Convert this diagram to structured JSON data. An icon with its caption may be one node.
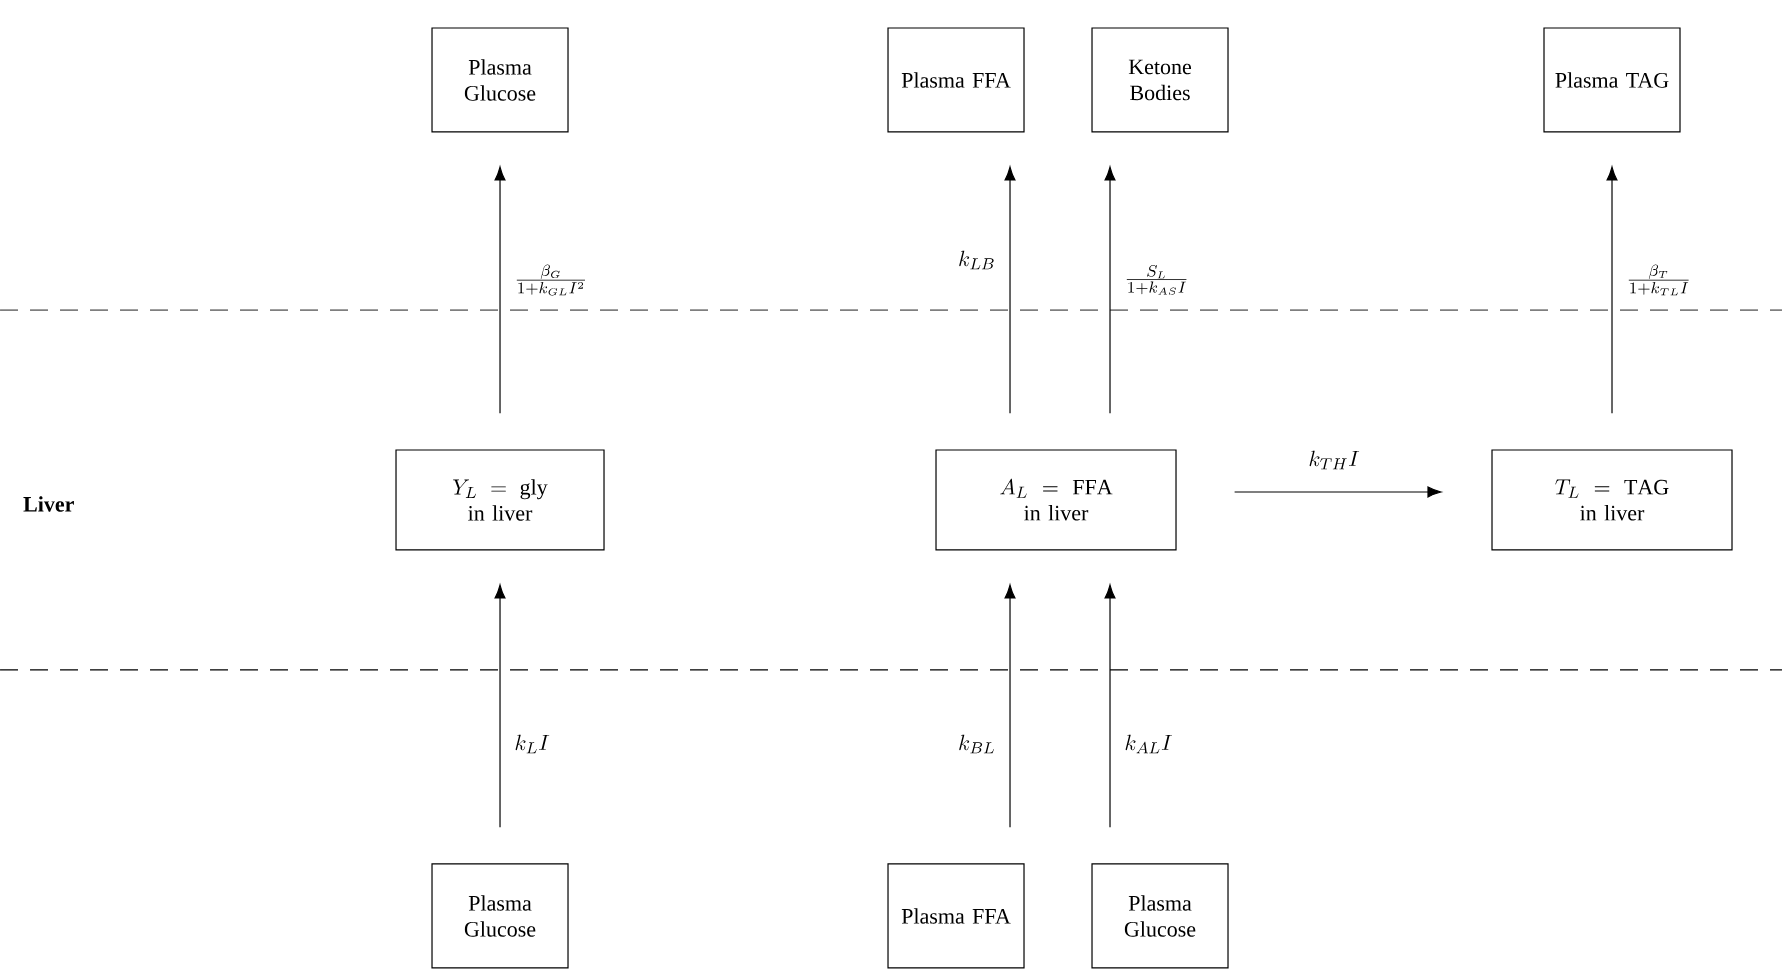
{
  "diagram": {
    "nodes": [
      {
        "text": [
          "Plasma Glucose"
        ]
      },
      {
        "text": [
          "Plasma FFA"
        ]
      },
      {
        "text": [
          "Ketone Bodies"
        ]
      },
      {
        "text": [
          "Plasma TAG"
        ]
      },
      {
        "text": [
          "Y_L = \\mathrm{gly}",
          "in liver"
        ]
      },
      {
        "text": [
          "A_L = \\mathrm{FFA}",
          "in liver"
        ]
      },
      {
        "text": [
          "T_L = \\mathrm{TAG}",
          "in liver"
        ]
      },
      {
        "text": [
          "Plasma Glucose"
        ]
      },
      {
        "text": [
          "Plasma FFA"
        ]
      },
      {
        "text": [
          "Plasma Glucose"
        ]
      }
    ],
    "edges": [
      {
        "from": 4,
        "to": 0,
        "arrow": "to",
        "label": "\\frac{\\beta_G}{1+k_{GL}I^2}"
      },
      {
        "from": 5,
        "to": 1,
        "arrow": "to",
        "label": "k_{LB}"
      },
      {
        "from": 5,
        "to": 2,
        "arrow": "to",
        "label": "\\frac{S_L}{1+k_{AS}I}"
      },
      {
        "from": 6,
        "to": 3,
        "arrow": "to",
        "label": "\\frac{\\beta_T}{1+k_{TL}I}"
      },
      {
        "from": 5,
        "to": 6,
        "arrow": "to",
        "label": "k_{TH}I"
      },
      {
        "from": 7,
        "to": 4,
        "arrow": "to",
        "label": "k_L I"
      },
      {
        "from": 8,
        "to": 5,
        "arrow": "to",
        "label": "k_{BL}"
      },
      {
        "from": 9,
        "to": 5,
        "arrow": "to",
        "label": "k_{AL}I"
      }
    ],
    "labels": [
      "Liver"
    ]
  }
}
